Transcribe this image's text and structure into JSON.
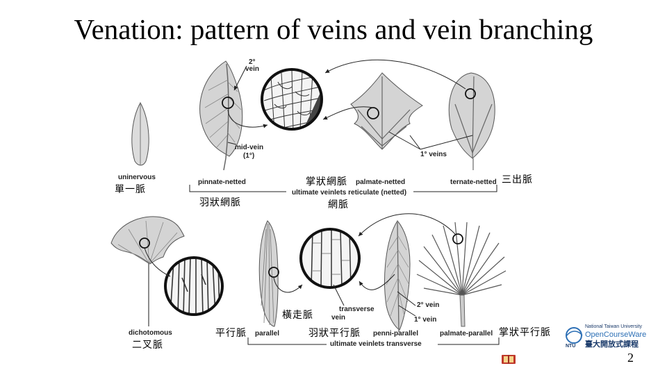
{
  "title": "Venation: pattern of veins and vein branching",
  "top_row": {
    "leaf_labels": {
      "uninervous": "uninervous",
      "pinnate_netted": "pinnate-netted",
      "palmate_netted": "palmate-netted",
      "ternate_netted": "ternate-netted",
      "ultimate_veinlets": "ultimate veinlets reticulate (netted)"
    },
    "annotations": {
      "secondary_vein": "2°",
      "secondary_vein_word": "vein",
      "midvein": "mid-vein",
      "midvein_order": "(1°)",
      "primary_vein": "1° veins"
    },
    "chinese_labels": {
      "uninervous": "單一脈",
      "pinnate_netted": "羽狀網脈",
      "palmate_netted": "掌狀網脈",
      "netted": "網脈",
      "ternate_netted": "三出脈"
    }
  },
  "bottom_row": {
    "leaf_labels": {
      "dichotomous": "dichotomous",
      "parallel": "parallel",
      "penni_parallel": "penni-parallel",
      "palmate_parallel": "palmate-parallel",
      "ultimate_veinlets": "ultimate veinlets transverse"
    },
    "annotations": {
      "transverse": "transverse",
      "transverse_vein": "vein",
      "secondary_vein": "2° vein",
      "primary_vein": "1° vein"
    },
    "chinese_labels": {
      "dichotomous": "二叉脈",
      "parallel": "平行脈",
      "transverse": "橫走脈",
      "penni_parallel": "羽狀平行脈",
      "palmate_parallel": "掌狀平行脈"
    }
  },
  "logo": {
    "university": "National Taiwan University",
    "open_courseware": "OpenCourseWare",
    "chinese": "臺大開放式課程",
    "abbr": "NTU"
  },
  "page_number": "2",
  "colors": {
    "leaf_fill": "#dcdcdc",
    "leaf_stroke": "#555555",
    "ring": "#111111",
    "icon": "#c0392b"
  }
}
